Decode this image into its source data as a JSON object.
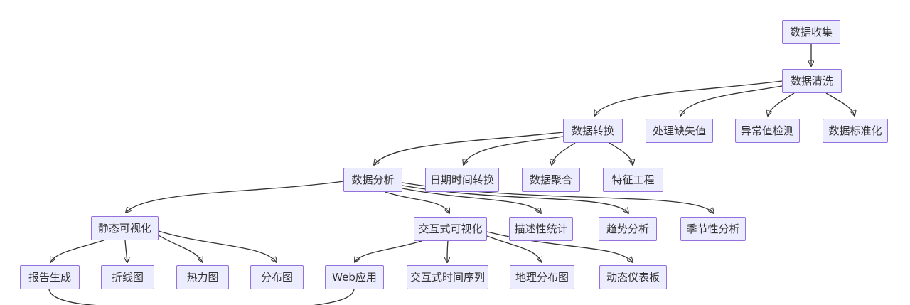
{
  "diagram": {
    "type": "flowchart",
    "direction": "top-down",
    "colors": {
      "background": "#ffffff",
      "node_fill": "#ECECFF",
      "node_border": "#9370DB",
      "edge": "#333333",
      "text": "#333333"
    },
    "nodes": {
      "collect": {
        "label": "数据收集"
      },
      "clean": {
        "label": "数据清洗"
      },
      "transform": {
        "label": "数据转换"
      },
      "missing": {
        "label": "处理缺失值"
      },
      "outlier": {
        "label": "异常值检测"
      },
      "standardize": {
        "label": "数据标准化"
      },
      "analysis": {
        "label": "数据分析"
      },
      "datetime": {
        "label": "日期时间转换"
      },
      "aggregate": {
        "label": "数据聚合"
      },
      "feature": {
        "label": "特征工程"
      },
      "static_viz": {
        "label": "静态可视化"
      },
      "interactive_viz": {
        "label": "交互式可视化"
      },
      "descriptive": {
        "label": "描述性统计"
      },
      "trend": {
        "label": "趋势分析"
      },
      "seasonal": {
        "label": "季节性分析"
      },
      "report": {
        "label": "报告生成"
      },
      "line_chart": {
        "label": "折线图"
      },
      "heatmap": {
        "label": "热力图"
      },
      "distribution": {
        "label": "分布图"
      },
      "web_app": {
        "label": "Web应用"
      },
      "interactive_ts": {
        "label": "交互式时间序列"
      },
      "geo_map": {
        "label": "地理分布图"
      },
      "dashboard": {
        "label": "动态仪表板"
      }
    },
    "edges": [
      {
        "from": "collect",
        "to": "clean"
      },
      {
        "from": "clean",
        "to": "transform"
      },
      {
        "from": "clean",
        "to": "missing"
      },
      {
        "from": "clean",
        "to": "outlier"
      },
      {
        "from": "clean",
        "to": "standardize"
      },
      {
        "from": "transform",
        "to": "analysis"
      },
      {
        "from": "transform",
        "to": "datetime"
      },
      {
        "from": "transform",
        "to": "aggregate"
      },
      {
        "from": "transform",
        "to": "feature"
      },
      {
        "from": "analysis",
        "to": "static_viz"
      },
      {
        "from": "analysis",
        "to": "interactive_viz"
      },
      {
        "from": "analysis",
        "to": "descriptive"
      },
      {
        "from": "analysis",
        "to": "trend"
      },
      {
        "from": "analysis",
        "to": "seasonal"
      },
      {
        "from": "static_viz",
        "to": "report"
      },
      {
        "from": "static_viz",
        "to": "line_chart"
      },
      {
        "from": "static_viz",
        "to": "heatmap"
      },
      {
        "from": "static_viz",
        "to": "distribution"
      },
      {
        "from": "interactive_viz",
        "to": "web_app"
      },
      {
        "from": "interactive_viz",
        "to": "interactive_ts"
      },
      {
        "from": "interactive_viz",
        "to": "geo_map"
      },
      {
        "from": "interactive_viz",
        "to": "dashboard"
      }
    ],
    "offscreen_edge_stubs": [
      {
        "from": "report"
      },
      {
        "from": "web_app"
      }
    ]
  }
}
